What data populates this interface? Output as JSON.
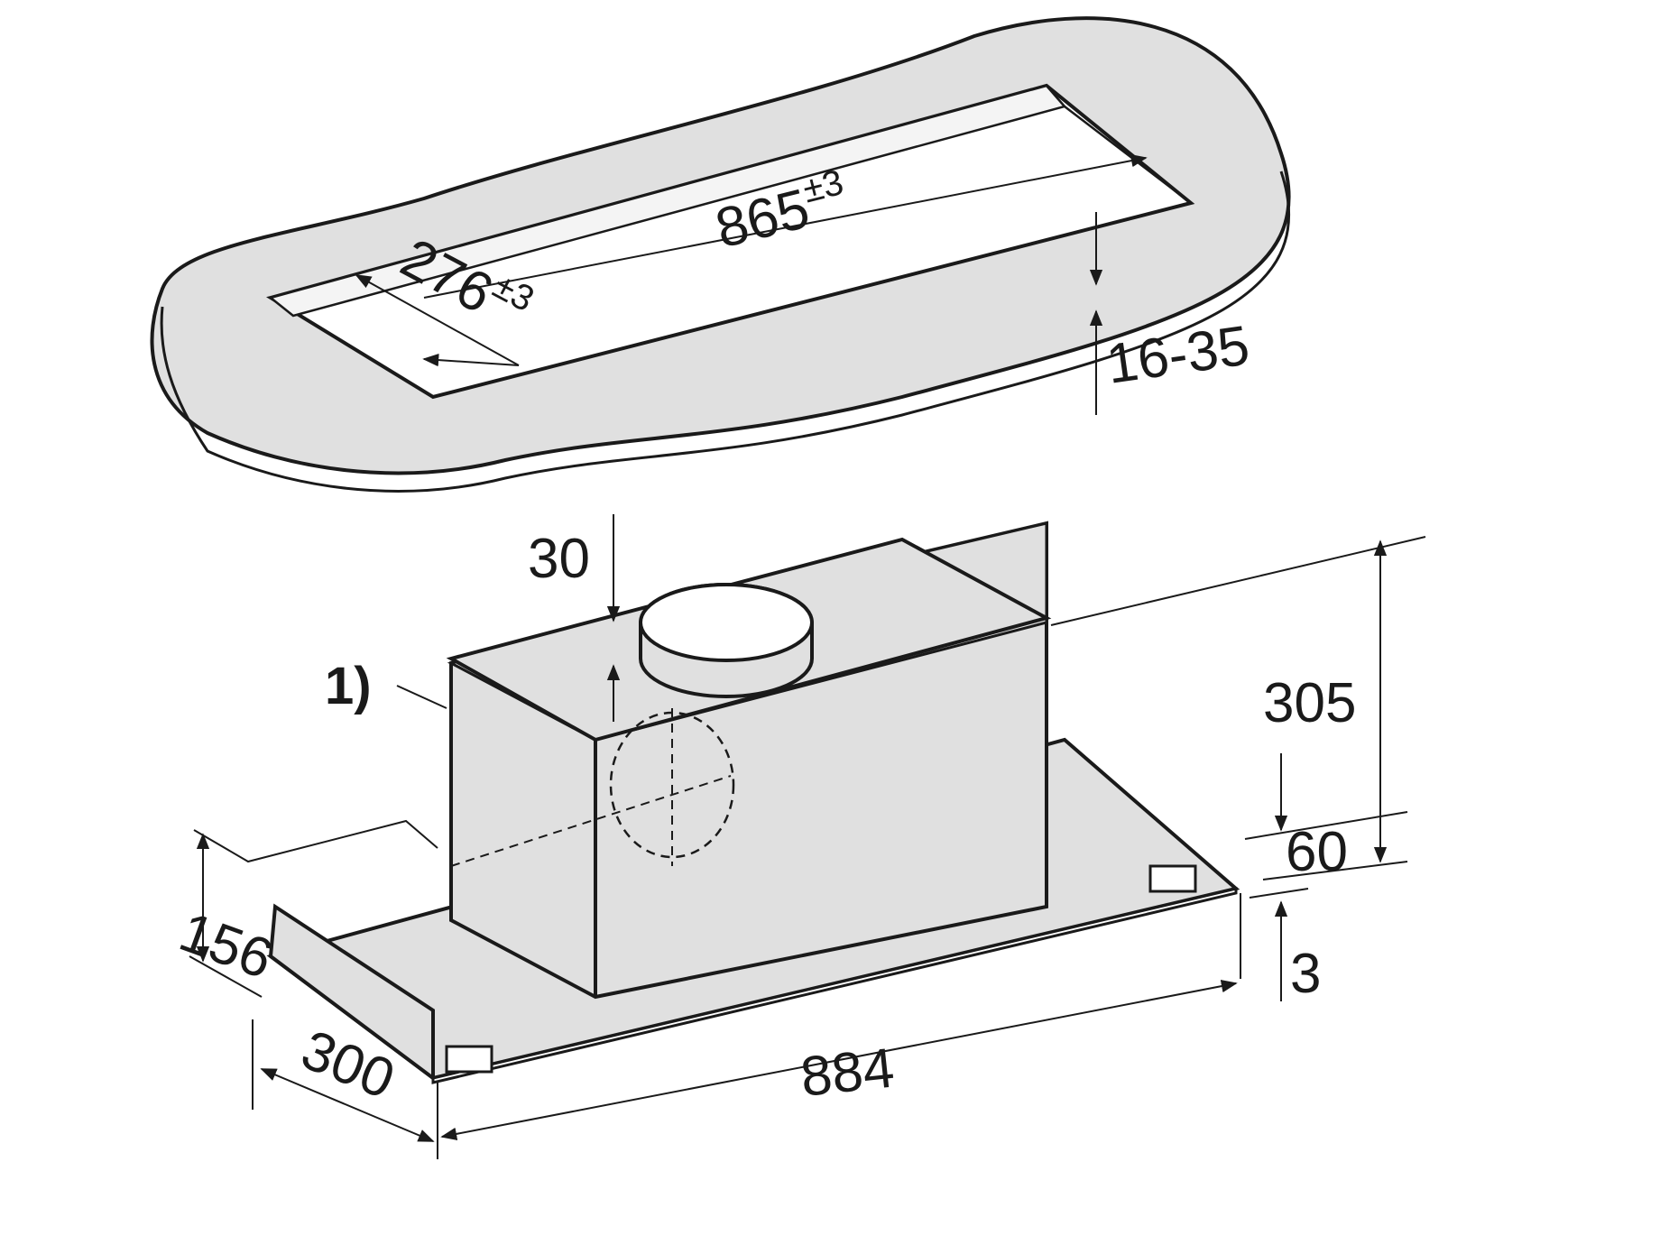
{
  "diagram": {
    "type": "installation dimension drawing",
    "cutout": {
      "length_label": "865",
      "length_tol": "±3",
      "depth_label": "276",
      "depth_tol": "±3",
      "thickness_label": "16-35"
    },
    "hood": {
      "footnote_marker": "1)",
      "duct_offset_label": "30",
      "total_height_label": "305",
      "body_height_label": "60",
      "lip_label": "3",
      "side_height_label": "156",
      "width_label": "884",
      "depth_label": "300"
    },
    "colors": {
      "fill": "#e0e0e0",
      "stroke": "#1a1a1a",
      "highlight": "#f4f4f4"
    }
  }
}
